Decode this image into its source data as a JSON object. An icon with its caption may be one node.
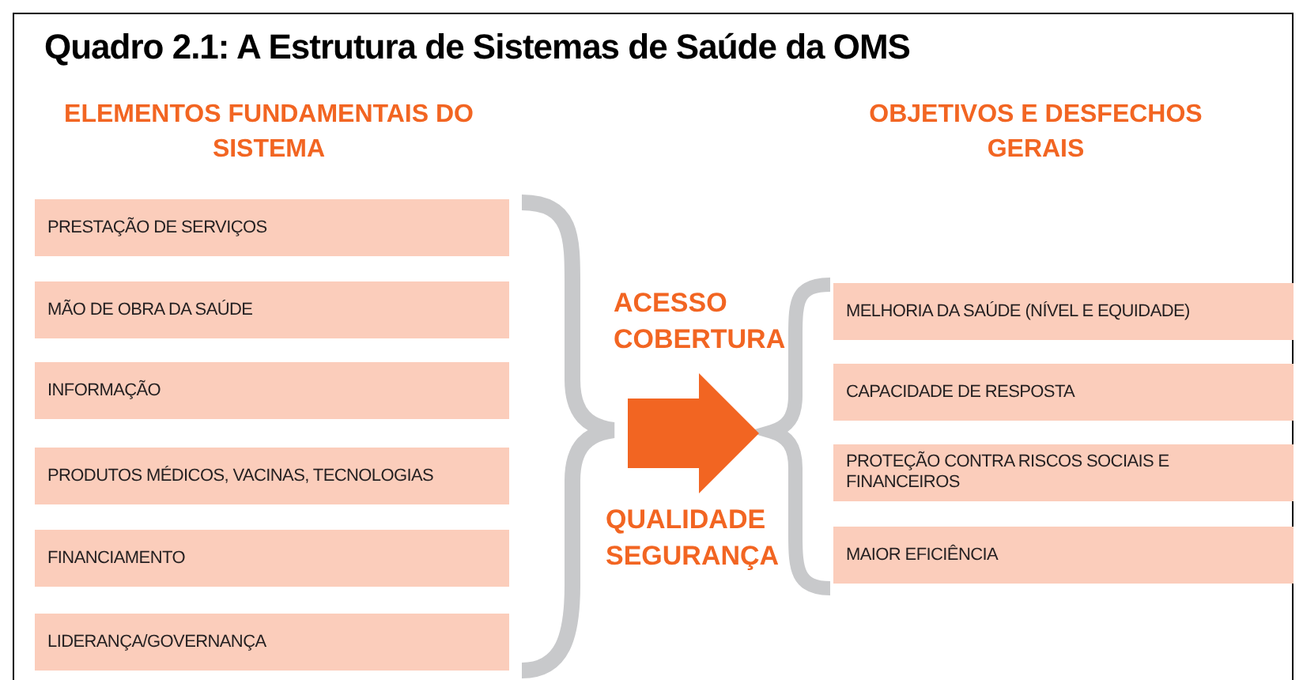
{
  "diagram": {
    "title": "Quadro 2.1: A Estrutura de Sistemas de Saúde da OMS",
    "nodes": [
      {
        "text": [
          "PRESTAÇÃO DE SERVIÇOS"
        ]
      },
      {
        "text": [
          "MÃO DE OBRA DA SAÚDE"
        ]
      },
      {
        "text": [
          "INFORMAÇÃO"
        ]
      },
      {
        "text": [
          "PRODUTOS MÉDICOS, VACINAS, TECNOLOGIAS"
        ]
      },
      {
        "text": [
          "FINANCIAMENTO"
        ]
      },
      {
        "text": [
          "LIDERANÇA/GOVERNANÇA"
        ]
      },
      {
        "text": [
          "MELHORIA DA SAÚDE (NÍVEL E EQUIDADE)"
        ]
      },
      {
        "text": [
          "CAPACIDADE DE RESPOSTA"
        ]
      },
      {
        "text": [
          "PROTEÇÃO CONTRA RISCOS SOCIAIS E FINANCEIROS"
        ]
      },
      {
        "text": [
          "MAIOR EFICIÊNCIA"
        ]
      }
    ],
    "labels": [
      "ELEMENTOS FUNDAMENTAIS DO SISTEMA",
      "OBJETIVOS E DESFECHOS GERAIS",
      "ACESSO",
      "COBERTURA",
      "QUALIDADE",
      "SEGURANÇA"
    ]
  }
}
